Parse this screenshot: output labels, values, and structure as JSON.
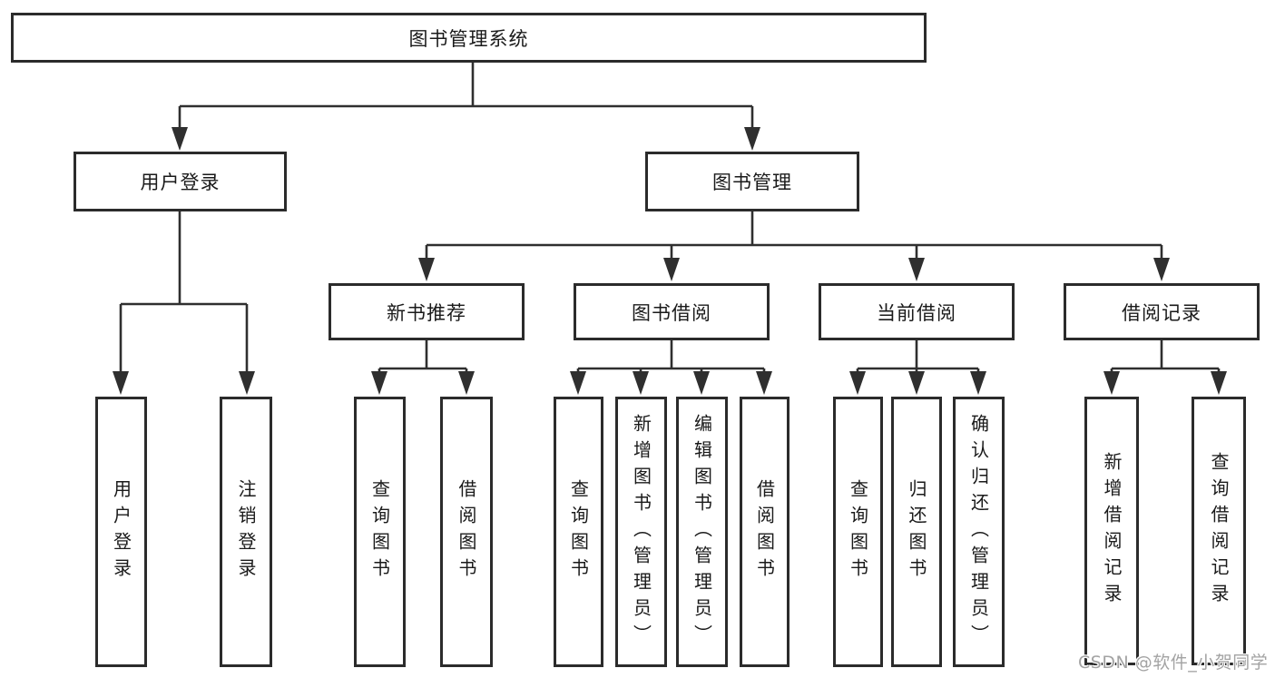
{
  "diagram": {
    "tree": {
      "label": "图书管理系统",
      "children": [
        {
          "label": "用户登录",
          "children": [
            {
              "label": "用户登录"
            },
            {
              "label": "注销登录"
            }
          ]
        },
        {
          "label": "图书管理",
          "children": [
            {
              "label": "新书推荐",
              "children": [
                {
                  "label": "查询图书"
                },
                {
                  "label": "借阅图书"
                }
              ]
            },
            {
              "label": "图书借阅",
              "children": [
                {
                  "label": "查询图书"
                },
                {
                  "label": "新增图书（管理员）"
                },
                {
                  "label": "编辑图书（管理员）"
                },
                {
                  "label": "借阅图书"
                }
              ]
            },
            {
              "label": "当前借阅",
              "children": [
                {
                  "label": "查询图书"
                },
                {
                  "label": "归还图书"
                },
                {
                  "label": "确认归还（管理员）"
                }
              ]
            },
            {
              "label": "借阅记录",
              "children": [
                {
                  "label": "新增借阅记录"
                },
                {
                  "label": "查询借阅记录"
                }
              ]
            }
          ]
        }
      ]
    },
    "colors": {
      "line": "#2f2f2f",
      "box_border": "#2b2b2b",
      "text": "#1a1a1a",
      "background": "#ffffff",
      "watermark": "#a3a3a3"
    }
  },
  "watermark": {
    "text": "CSDN @软件_小贺同学"
  }
}
